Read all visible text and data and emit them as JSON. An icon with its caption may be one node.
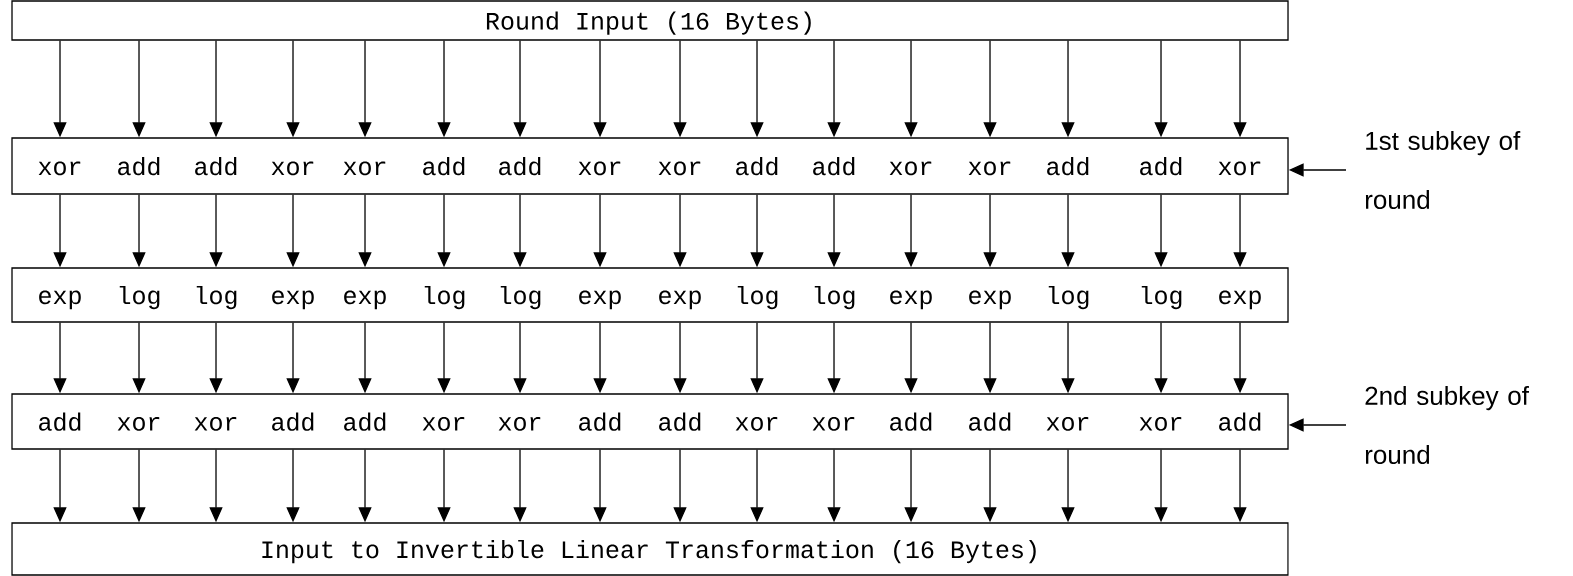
{
  "diagram": {
    "nodes": [
      {
        "text": [
          "Round Input (16 Bytes)"
        ]
      },
      {
        "text": [
          "xor",
          "add",
          "add",
          "xor",
          "xor",
          "add",
          "add",
          "xor",
          "xor",
          "add",
          "add",
          "xor",
          "xor",
          "add",
          "add",
          "xor"
        ]
      },
      {
        "text": [
          "1st subkey of round"
        ]
      },
      {
        "text": [
          "exp",
          "log",
          "log",
          "exp",
          "exp",
          "log",
          "log",
          "exp",
          "exp",
          "log",
          "log",
          "exp",
          "exp",
          "log",
          "log",
          "exp"
        ]
      },
      {
        "text": [
          "add",
          "xor",
          "xor",
          "add",
          "add",
          "xor",
          "xor",
          "add",
          "add",
          "xor",
          "xor",
          "add",
          "add",
          "xor",
          "xor",
          "add"
        ]
      },
      {
        "text": [
          "2nd subkey of round"
        ]
      },
      {
        "text": [
          "Input to Invertible Linear Transformation (16 Bytes)"
        ]
      }
    ],
    "edges": [
      {
        "from": 0,
        "to": 1,
        "arrow": "to"
      },
      {
        "from": 0,
        "to": 1,
        "arrow": "to"
      },
      {
        "from": 0,
        "to": 1,
        "arrow": "to"
      },
      {
        "from": 0,
        "to": 1,
        "arrow": "to"
      },
      {
        "from": 0,
        "to": 1,
        "arrow": "to"
      },
      {
        "from": 0,
        "to": 1,
        "arrow": "to"
      },
      {
        "from": 0,
        "to": 1,
        "arrow": "to"
      },
      {
        "from": 0,
        "to": 1,
        "arrow": "to"
      },
      {
        "from": 0,
        "to": 1,
        "arrow": "to"
      },
      {
        "from": 0,
        "to": 1,
        "arrow": "to"
      },
      {
        "from": 0,
        "to": 1,
        "arrow": "to"
      },
      {
        "from": 0,
        "to": 1,
        "arrow": "to"
      },
      {
        "from": 0,
        "to": 1,
        "arrow": "to"
      },
      {
        "from": 0,
        "to": 1,
        "arrow": "to"
      },
      {
        "from": 0,
        "to": 1,
        "arrow": "to"
      },
      {
        "from": 0,
        "to": 1,
        "arrow": "to"
      },
      {
        "from": 1,
        "to": 3,
        "arrow": "to"
      },
      {
        "from": 1,
        "to": 3,
        "arrow": "to"
      },
      {
        "from": 1,
        "to": 3,
        "arrow": "to"
      },
      {
        "from": 1,
        "to": 3,
        "arrow": "to"
      },
      {
        "from": 1,
        "to": 3,
        "arrow": "to"
      },
      {
        "from": 1,
        "to": 3,
        "arrow": "to"
      },
      {
        "from": 1,
        "to": 3,
        "arrow": "to"
      },
      {
        "from": 1,
        "to": 3,
        "arrow": "to"
      },
      {
        "from": 1,
        "to": 3,
        "arrow": "to"
      },
      {
        "from": 1,
        "to": 3,
        "arrow": "to"
      },
      {
        "from": 1,
        "to": 3,
        "arrow": "to"
      },
      {
        "from": 1,
        "to": 3,
        "arrow": "to"
      },
      {
        "from": 1,
        "to": 3,
        "arrow": "to"
      },
      {
        "from": 1,
        "to": 3,
        "arrow": "to"
      },
      {
        "from": 1,
        "to": 3,
        "arrow": "to"
      },
      {
        "from": 1,
        "to": 3,
        "arrow": "to"
      },
      {
        "from": 3,
        "to": 4,
        "arrow": "to"
      },
      {
        "from": 3,
        "to": 4,
        "arrow": "to"
      },
      {
        "from": 3,
        "to": 4,
        "arrow": "to"
      },
      {
        "from": 3,
        "to": 4,
        "arrow": "to"
      },
      {
        "from": 3,
        "to": 4,
        "arrow": "to"
      },
      {
        "from": 3,
        "to": 4,
        "arrow": "to"
      },
      {
        "from": 3,
        "to": 4,
        "arrow": "to"
      },
      {
        "from": 3,
        "to": 4,
        "arrow": "to"
      },
      {
        "from": 3,
        "to": 4,
        "arrow": "to"
      },
      {
        "from": 3,
        "to": 4,
        "arrow": "to"
      },
      {
        "from": 3,
        "to": 4,
        "arrow": "to"
      },
      {
        "from": 3,
        "to": 4,
        "arrow": "to"
      },
      {
        "from": 3,
        "to": 4,
        "arrow": "to"
      },
      {
        "from": 3,
        "to": 4,
        "arrow": "to"
      },
      {
        "from": 3,
        "to": 4,
        "arrow": "to"
      },
      {
        "from": 3,
        "to": 4,
        "arrow": "to"
      },
      {
        "from": 4,
        "to": 6,
        "arrow": "to"
      },
      {
        "from": 4,
        "to": 6,
        "arrow": "to"
      },
      {
        "from": 4,
        "to": 6,
        "arrow": "to"
      },
      {
        "from": 4,
        "to": 6,
        "arrow": "to"
      },
      {
        "from": 4,
        "to": 6,
        "arrow": "to"
      },
      {
        "from": 4,
        "to": 6,
        "arrow": "to"
      },
      {
        "from": 4,
        "to": 6,
        "arrow": "to"
      },
      {
        "from": 4,
        "to": 6,
        "arrow": "to"
      },
      {
        "from": 4,
        "to": 6,
        "arrow": "to"
      },
      {
        "from": 4,
        "to": 6,
        "arrow": "to"
      },
      {
        "from": 4,
        "to": 6,
        "arrow": "to"
      },
      {
        "from": 4,
        "to": 6,
        "arrow": "to"
      },
      {
        "from": 4,
        "to": 6,
        "arrow": "to"
      },
      {
        "from": 4,
        "to": 6,
        "arrow": "to"
      },
      {
        "from": 4,
        "to": 6,
        "arrow": "to"
      },
      {
        "from": 4,
        "to": 6,
        "arrow": "to"
      },
      {
        "from": 2,
        "to": 1,
        "arrow": "to"
      },
      {
        "from": 5,
        "to": 4,
        "arrow": "to"
      }
    ]
  }
}
